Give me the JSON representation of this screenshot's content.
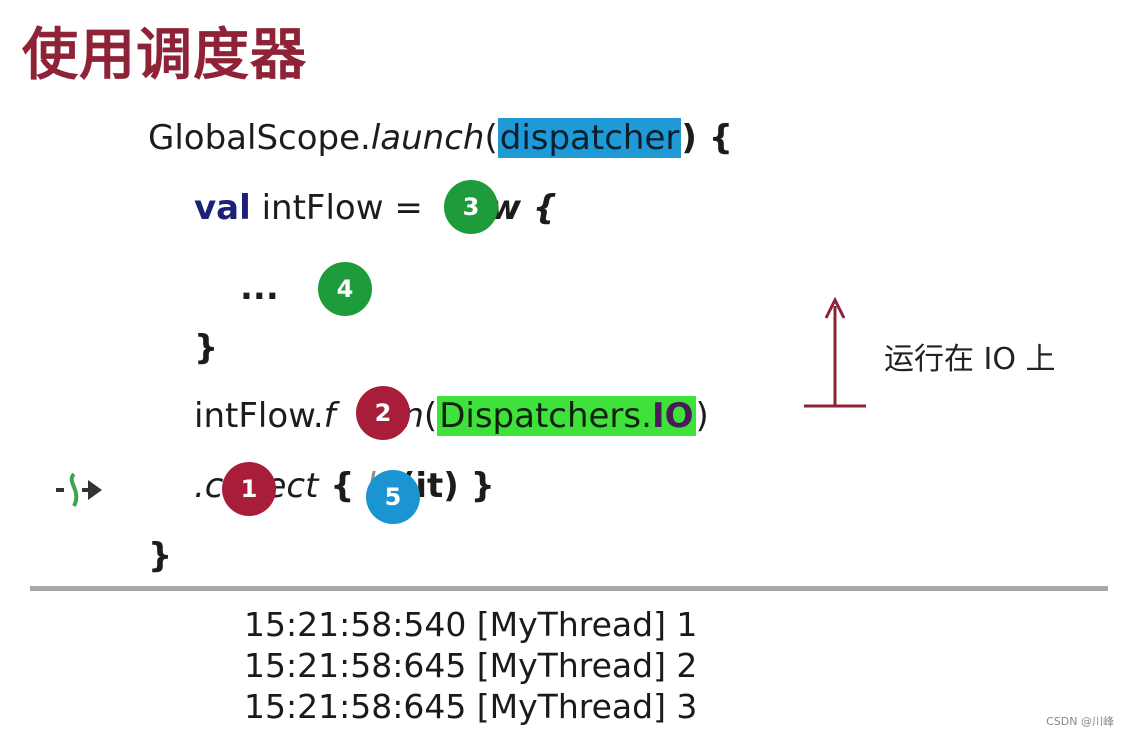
{
  "title": "使用调度器",
  "code": {
    "line1": {
      "obj": "GlobalScope.",
      "fn": "launch",
      "open": "(",
      "arg": "dispatcher",
      "close": ") {"
    },
    "line2": {
      "kw": "val",
      "text": " intFlow = ",
      "tail": "w {"
    },
    "line3": {
      "text": "..."
    },
    "line4": {
      "text": "}"
    },
    "line5": {
      "obj": "intFlow.",
      "fn_start": "f",
      "fn_end": "On",
      "open": "(",
      "arg_main": "Dispatchers.",
      "arg_io": "IO",
      "close": ")"
    },
    "line6": {
      "dot": ".c",
      "fn": "ect",
      "brace": " { ",
      "partial": "l",
      "open": "(",
      "arg": "it",
      "close": ") }"
    },
    "line7": {
      "text": "}"
    }
  },
  "badges": [
    "3",
    "4",
    "2",
    "1",
    "5"
  ],
  "annotation": {
    "label": "运行在 IO 上"
  },
  "output": [
    "15:21:58:540 [MyThread] 1",
    "15:21:58:645 [MyThread] 2",
    "15:21:58:645 [MyThread] 3"
  ],
  "watermark": "CSDN @川峰",
  "colors": {
    "title": "#8e2236",
    "keyword": "#1b2178",
    "highlight_blue": "#1f9ad6",
    "highlight_green": "#3ee23a",
    "badge_green": "#1e9c3c",
    "badge_red": "#a81e3a",
    "badge_blue": "#1b95d2",
    "arrow": "#8e2236"
  }
}
